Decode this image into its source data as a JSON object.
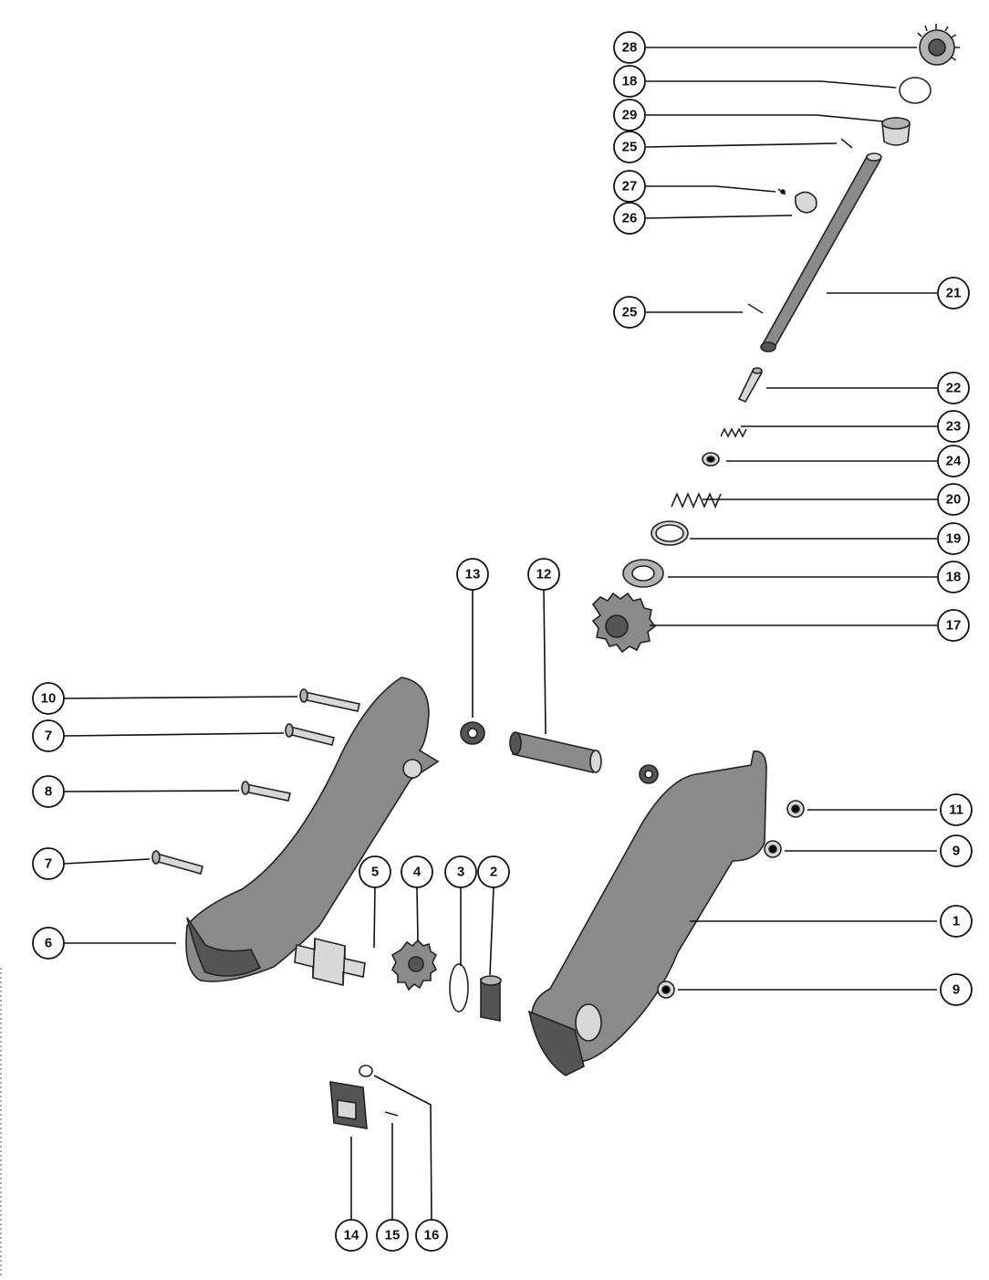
{
  "callouts": [
    {
      "id": "c28a",
      "label": "28"
    },
    {
      "id": "c18a",
      "label": "18"
    },
    {
      "id": "c29",
      "label": "29"
    },
    {
      "id": "c25a",
      "label": "25"
    },
    {
      "id": "c27",
      "label": "27"
    },
    {
      "id": "c26",
      "label": "26"
    },
    {
      "id": "c25b",
      "label": "25"
    },
    {
      "id": "c21",
      "label": "21"
    },
    {
      "id": "c22",
      "label": "22"
    },
    {
      "id": "c23",
      "label": "23"
    },
    {
      "id": "c24",
      "label": "24"
    },
    {
      "id": "c20",
      "label": "20"
    },
    {
      "id": "c19",
      "label": "19"
    },
    {
      "id": "c18b",
      "label": "18"
    },
    {
      "id": "c17",
      "label": "17"
    },
    {
      "id": "c13",
      "label": "13"
    },
    {
      "id": "c12",
      "label": "12"
    },
    {
      "id": "c10",
      "label": "10"
    },
    {
      "id": "c7a",
      "label": "7"
    },
    {
      "id": "c8",
      "label": "8"
    },
    {
      "id": "c7b",
      "label": "7"
    },
    {
      "id": "c11",
      "label": "11"
    },
    {
      "id": "c9a",
      "label": "9"
    },
    {
      "id": "c5",
      "label": "5"
    },
    {
      "id": "c4",
      "label": "4"
    },
    {
      "id": "c3",
      "label": "3"
    },
    {
      "id": "c2",
      "label": "2"
    },
    {
      "id": "c6",
      "label": "6"
    },
    {
      "id": "c1",
      "label": "1"
    },
    {
      "id": "c9b",
      "label": "9"
    },
    {
      "id": "c14",
      "label": "14"
    },
    {
      "id": "c15",
      "label": "15"
    },
    {
      "id": "c16",
      "label": "16"
    }
  ],
  "colors": {
    "line": "#111111",
    "background": "#ffffff",
    "part_shading": "#8a8a8a"
  }
}
